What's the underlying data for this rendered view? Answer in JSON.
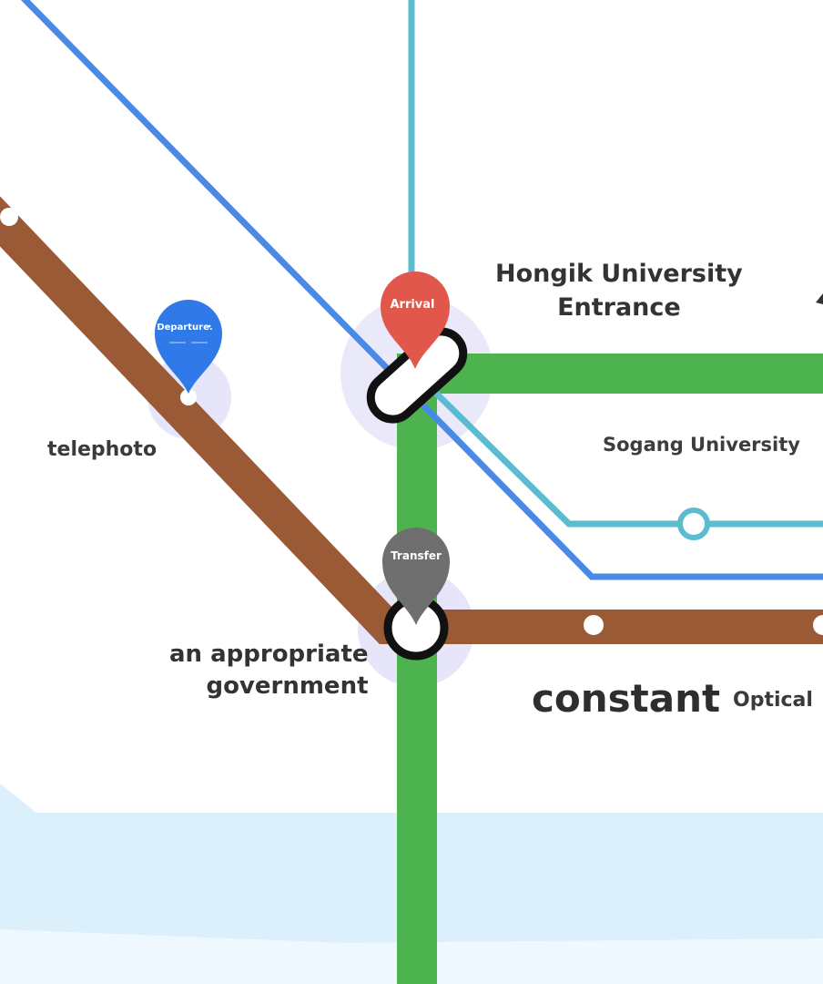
{
  "colors": {
    "river": "#dcf0fc",
    "line_blue": "#4a8ae6",
    "line_cyan": "#5bbccf",
    "line_green": "#4cb34f",
    "line_brown": "#9b5a36",
    "halo": "#b9b5f0",
    "pin_departure": "#2f79e8",
    "pin_arrival": "#e2574c",
    "pin_transfer": "#6f6f6f"
  },
  "markers": {
    "departure": "Departure.",
    "arrival": "Arrival",
    "transfer": "Transfer"
  },
  "stations": {
    "hongik_line1": "Hongik University",
    "hongik_line2": "Entrance",
    "telephoto": "telephoto",
    "sogang": "Sogang University",
    "gov_line1": "an appropriate",
    "gov_line2": "government",
    "constant": "constant",
    "optical": "Optical"
  }
}
